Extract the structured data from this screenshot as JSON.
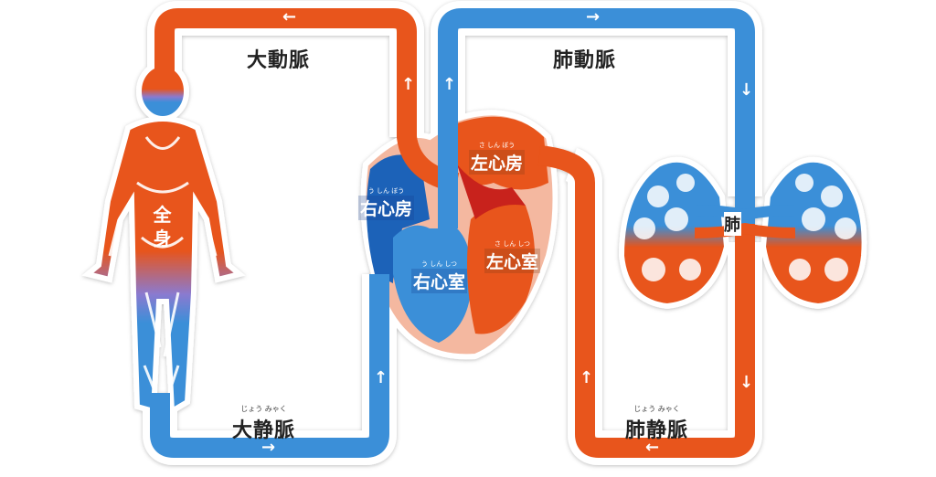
{
  "colors": {
    "artery": "#e8541a",
    "vein": "#3a8fd8",
    "artery_dark": "#c8201a",
    "vein_dark": "#1f62b8",
    "pink": "#f4b8a0"
  },
  "labels": {
    "aorta": {
      "text": "大動脈"
    },
    "pulmonary_artery": {
      "text": "肺動脈"
    },
    "whole_body": {
      "text": "全身"
    },
    "right_atrium": {
      "text": "右心房",
      "furigana": "う しん ぼう"
    },
    "left_atrium": {
      "text": "左心房",
      "furigana": "さ しん ぼう"
    },
    "right_ventricle": {
      "text": "右心室",
      "furigana": "う しん しつ"
    },
    "left_ventricle": {
      "text": "左心室",
      "furigana": "さ しん しつ"
    },
    "lung": {
      "text": "肺"
    },
    "vena_cava": {
      "text": "大静脈",
      "furigana": "じょう みゃく"
    },
    "pulmonary_vein": {
      "text": "肺静脈",
      "furigana": "じょう みゃく"
    }
  },
  "arrows": {
    "left": "←",
    "right": "→",
    "up": "↑",
    "down": "↓"
  }
}
